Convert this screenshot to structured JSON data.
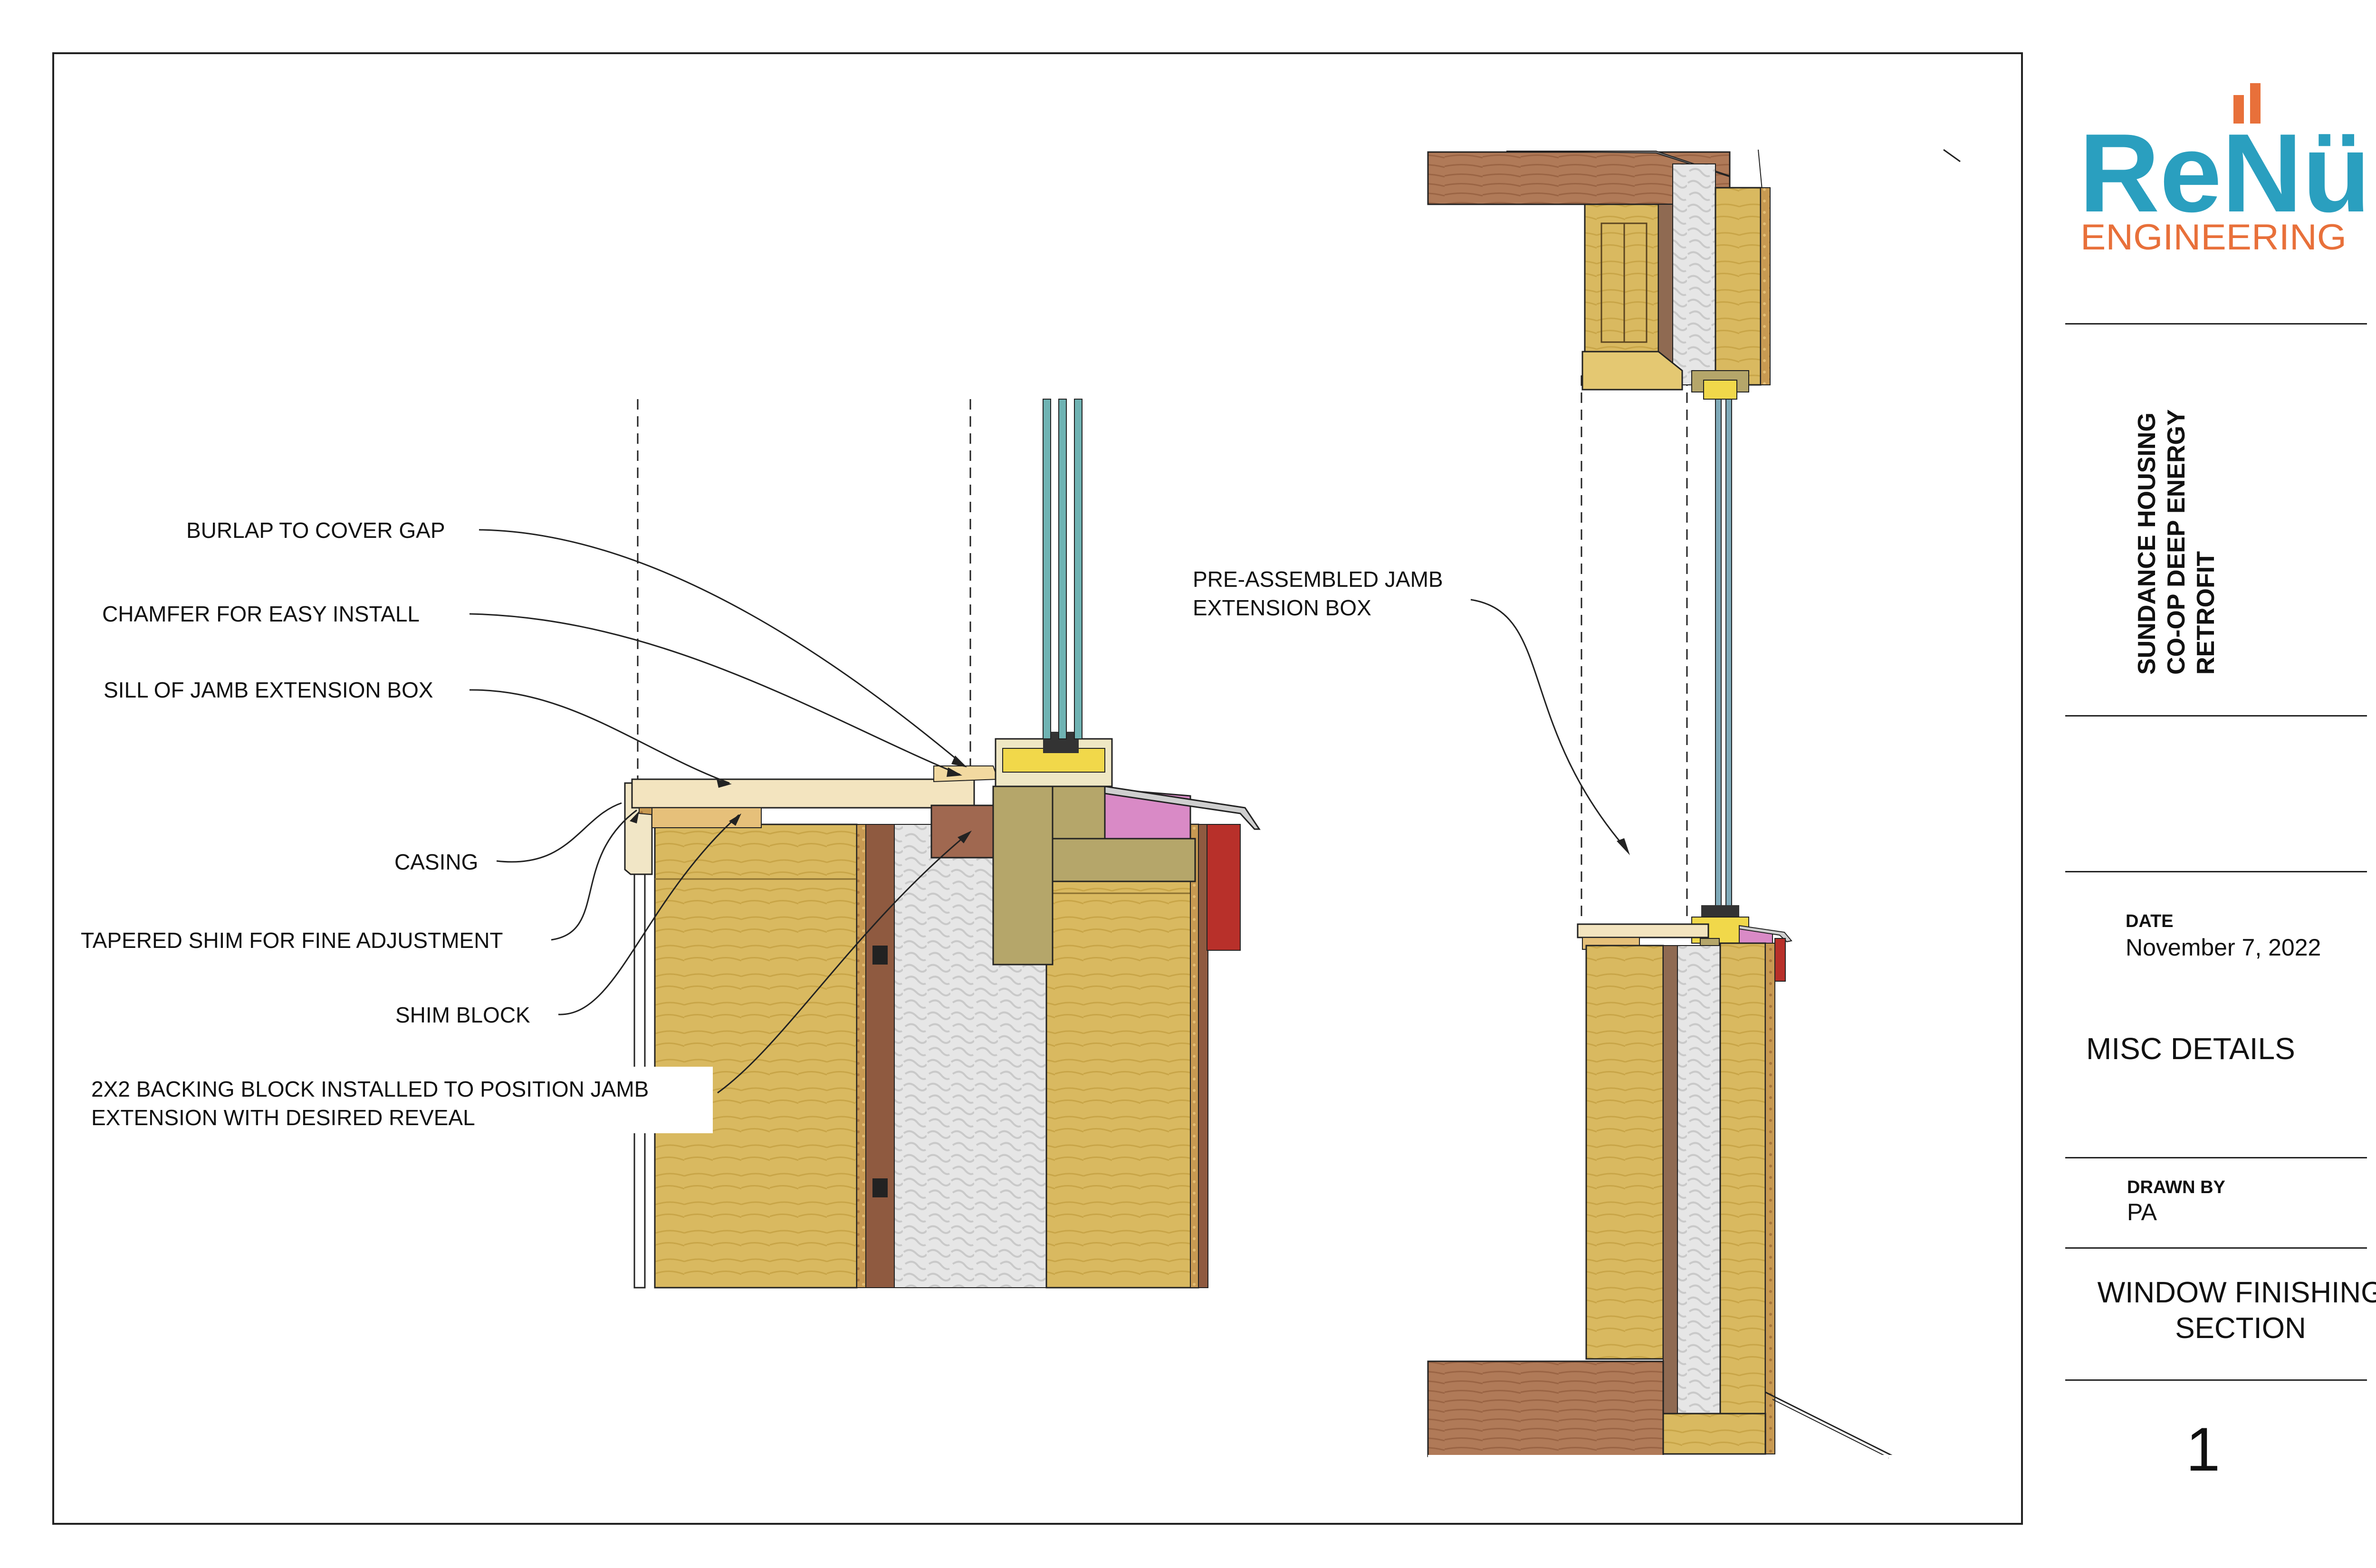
{
  "logo": {
    "line1": "ReNü",
    "line2": "ENGINEERING"
  },
  "title_block": {
    "project": [
      "SUNDANCE HOUSING",
      "CO-OP DEEP ENERGY",
      "RETROFIT"
    ],
    "date_label": "DATE",
    "date_value": "November 7, 2022",
    "sheet_title": "MISC DETAILS",
    "drawn_by_label": "DRAWN BY",
    "drawn_by_value": "PA",
    "detail_title": [
      "WINDOW FINISHING",
      "SECTION"
    ],
    "detail_number": "1"
  },
  "callouts": {
    "burlap": "BURLAP TO COVER GAP",
    "chamfer": "CHAMFER FOR EASY INSTALL",
    "sill": "SILL OF JAMB EXTENSION BOX",
    "casing": "CASING",
    "tapered_shim": "TAPERED SHIM FOR FINE ADJUSTMENT",
    "shim_block": "SHIM BLOCK",
    "backing_line1": "2X2 BACKING BLOCK INSTALLED TO POSITION JAMB",
    "backing_line2": "EXTENSION WITH DESIRED REVEAL",
    "preassembled_line1": "PRE-ASSEMBLED JAMB",
    "preassembled_line2": "EXTENSION BOX"
  },
  "colors": {
    "brand_blue": "#2a9fbf",
    "brand_orange": "#e8703a",
    "lumber": "#d8b85c",
    "insulation": "#e4e4e4",
    "pink_board": "#d98ac6",
    "red_flashing": "#b8302a",
    "brown_framing": "#a26a4a"
  }
}
